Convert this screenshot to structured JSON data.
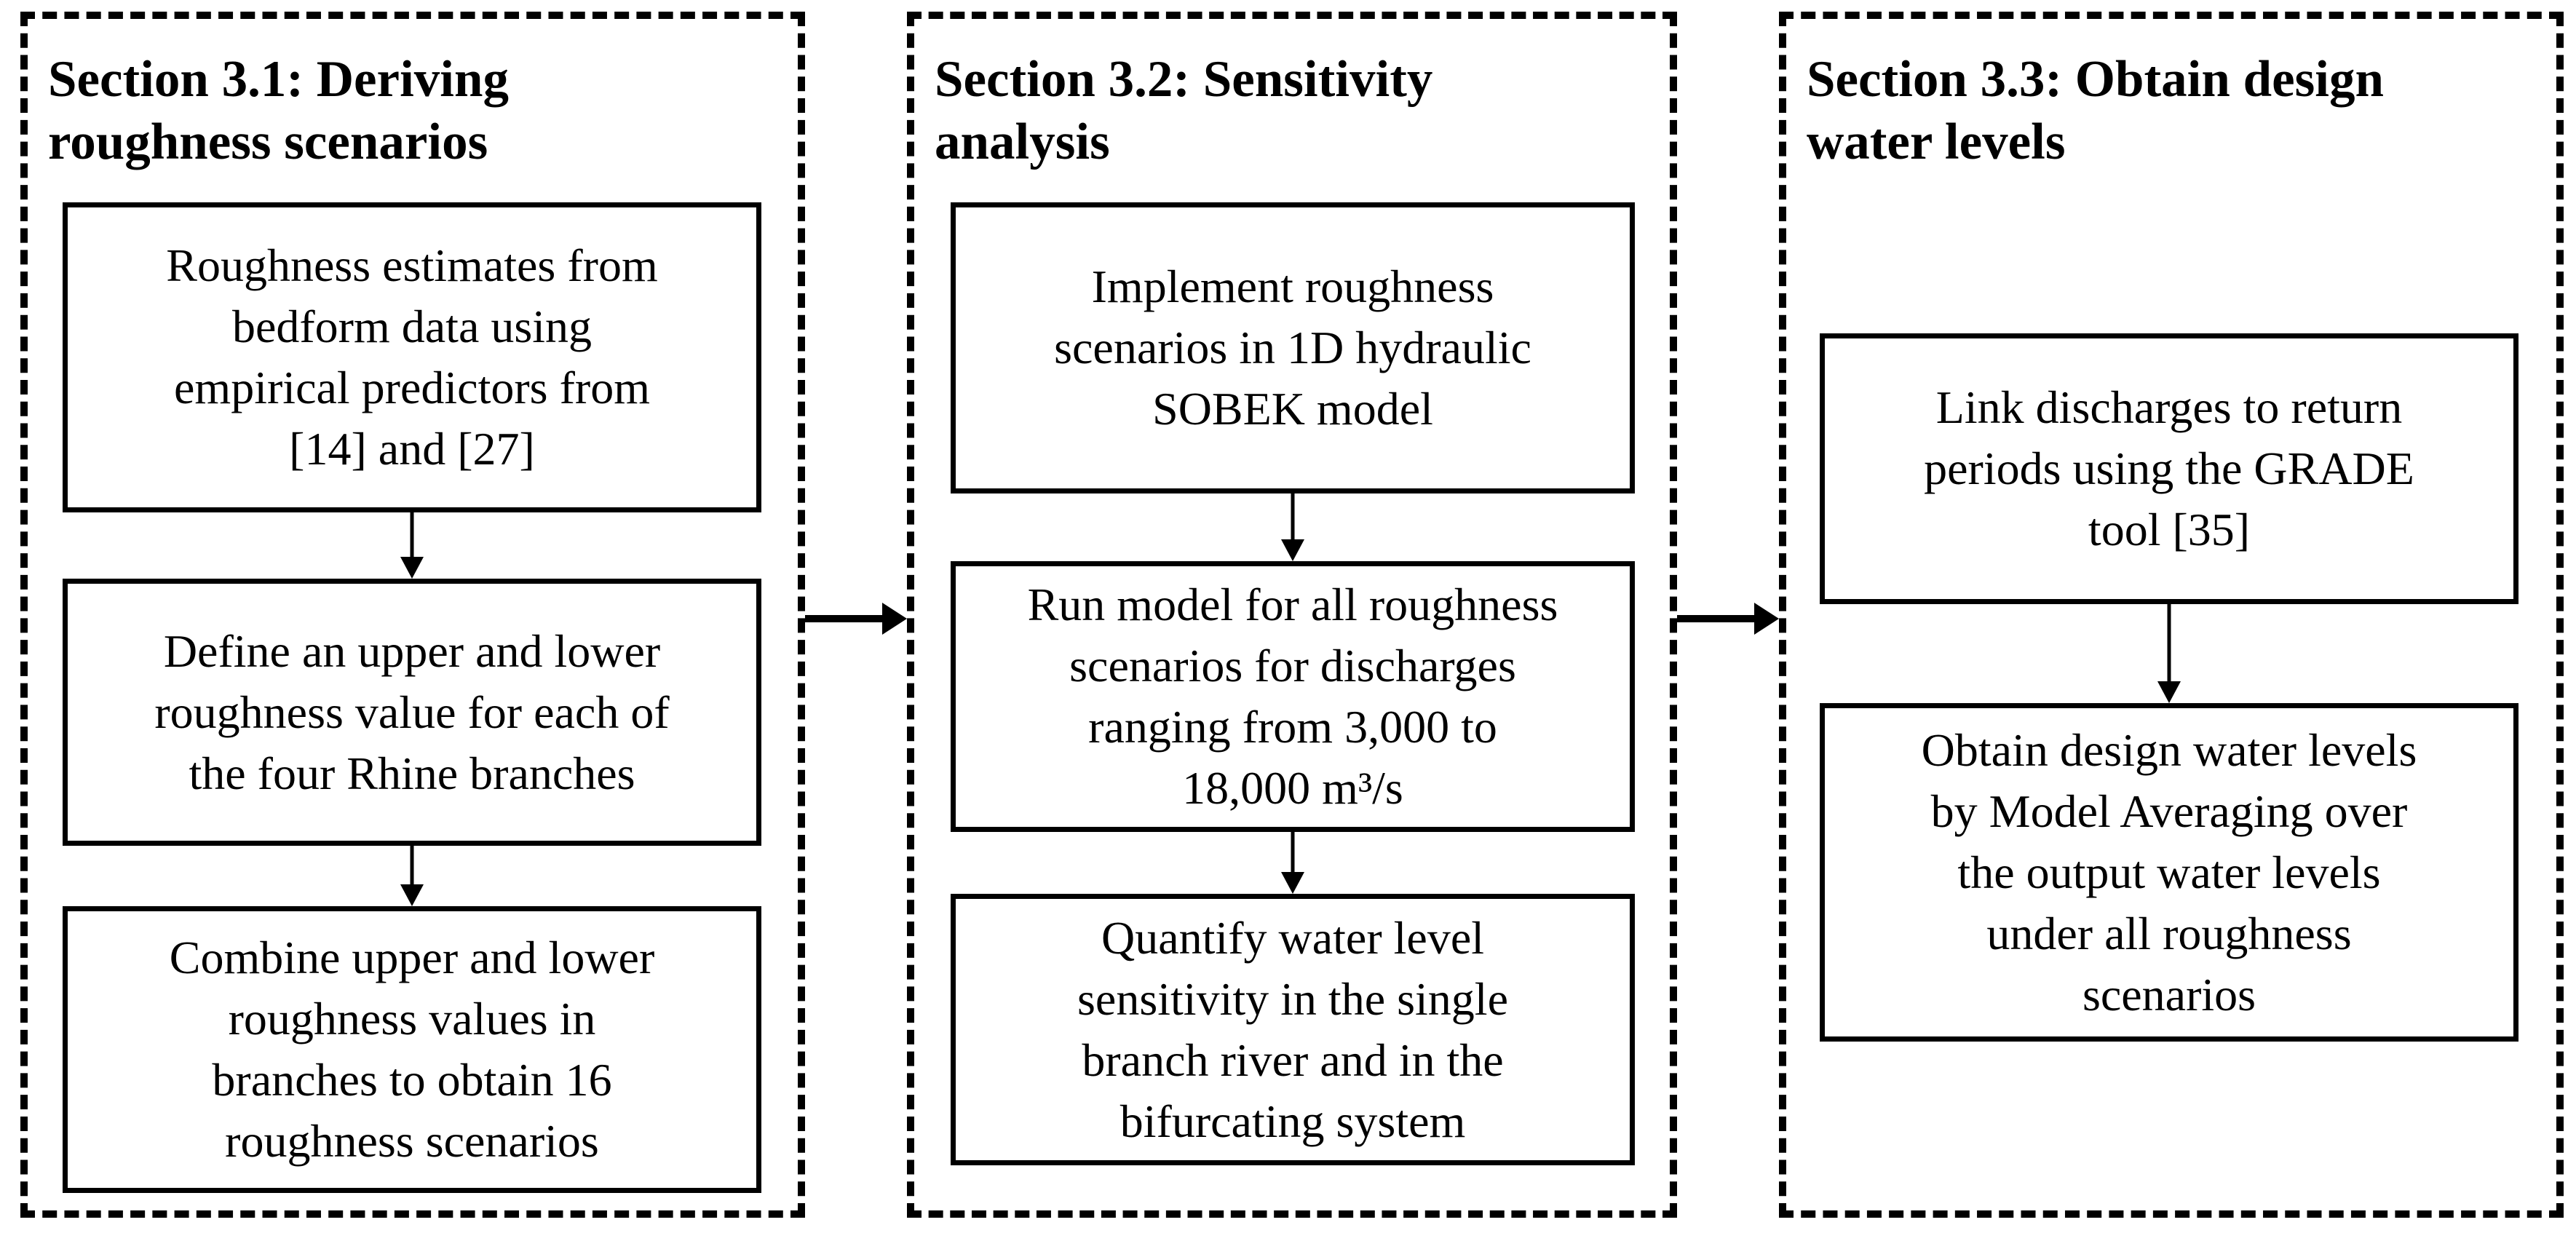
{
  "figure": {
    "type": "method-flowchart",
    "description_visible_only": "Three dashed panels with process boxes connected by arrows"
  },
  "colors": {
    "ink": "#000000",
    "background": "#ffffff"
  },
  "sections": [
    {
      "title_line1": "Section 3.1: Deriving",
      "title_line2": "roughness scenarios",
      "boxes": [
        {
          "lines": [
            "Roughness estimates from",
            "bedform data using",
            "empirical predictors from",
            "[14] and [27]"
          ]
        },
        {
          "lines": [
            "Define an upper and lower",
            "roughness value for each of",
            "the four Rhine branches"
          ]
        },
        {
          "lines": [
            "Combine upper and lower",
            "roughness values in",
            "branches to obtain 16",
            "roughness scenarios"
          ]
        }
      ]
    },
    {
      "title_line1": "Section 3.2: Sensitivity",
      "title_line2": "analysis",
      "boxes": [
        {
          "lines": [
            "Implement roughness",
            "scenarios in 1D hydraulic",
            "SOBEK model"
          ]
        },
        {
          "lines": [
            "Run model for all roughness",
            "scenarios for discharges",
            "ranging from 3,000 to",
            "18,000 m³/s"
          ]
        },
        {
          "lines": [
            "Quantify water level",
            "sensitivity in the single",
            "branch river and in the",
            "bifurcating system"
          ]
        }
      ]
    },
    {
      "title_line1": "Section 3.3: Obtain design",
      "title_line2": "water levels",
      "boxes": [
        {
          "lines": [
            "Link discharges to return",
            "periods using the GRADE",
            "tool [35]"
          ]
        },
        {
          "lines": [
            "Obtain design water levels",
            "by Model Averaging over",
            "the output water levels",
            "under all roughness",
            "scenarios"
          ]
        }
      ]
    }
  ]
}
